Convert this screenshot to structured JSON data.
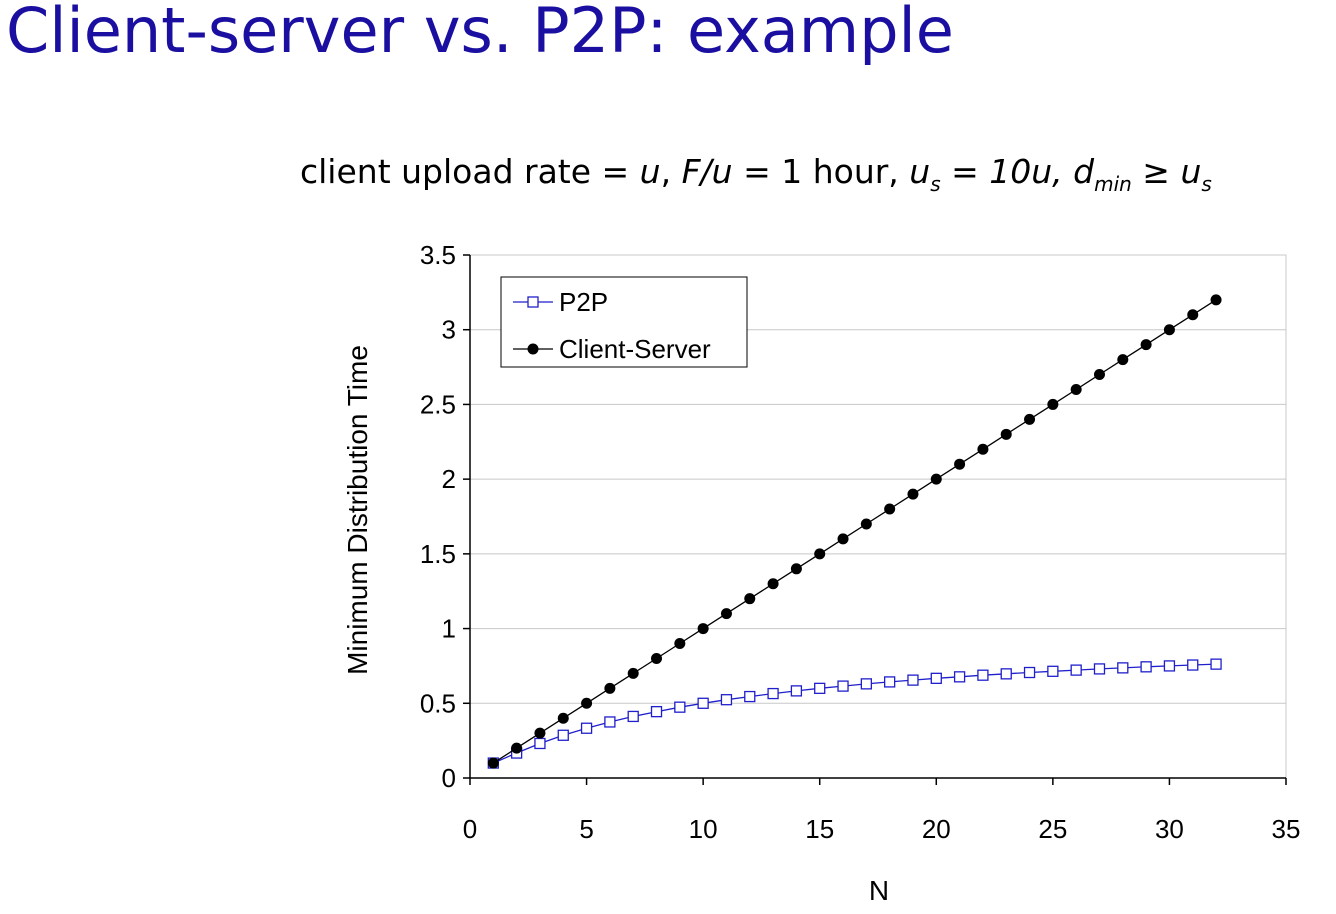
{
  "slide": {
    "title": "Client-server vs. P2P: example",
    "subtitle": {
      "prefix": "client upload rate = ",
      "u": "u",
      "sep1": ",  ",
      "fu": "F/u",
      "eq1": " = 1 hour,  ",
      "us_base": "u",
      "us_sub": "s",
      "us_rest": " = 10u,  ",
      "d_base": "d",
      "d_sub": "min",
      "geq": " ≥ ",
      "us2_base": "u",
      "us2_sub": "s"
    }
  },
  "chart_data": {
    "type": "line",
    "xlabel": "N",
    "ylabel": "Minimum Distribution Time",
    "xlim": [
      0,
      35
    ],
    "ylim": [
      0,
      3.5
    ],
    "xticks": [
      0,
      5,
      10,
      15,
      20,
      25,
      30,
      35
    ],
    "yticks": [
      0,
      0.5,
      1,
      1.5,
      2,
      2.5,
      3,
      3.5
    ],
    "xtick_labels": [
      "0",
      "5",
      "10",
      "15",
      "20",
      "25",
      "30",
      "35"
    ],
    "ytick_labels": [
      "0",
      "0.5",
      "1",
      "1.5",
      "2",
      "2.5",
      "3",
      "3.5"
    ],
    "grid": "horizontal",
    "legend_position": "top-left",
    "x": [
      1,
      2,
      3,
      4,
      5,
      6,
      7,
      8,
      9,
      10,
      11,
      12,
      13,
      14,
      15,
      16,
      17,
      18,
      19,
      20,
      21,
      22,
      23,
      24,
      25,
      26,
      27,
      28,
      29,
      30,
      31,
      32
    ],
    "series": [
      {
        "name": "P2P",
        "color": "#1f1fcc",
        "marker": "open-square",
        "values": [
          0.1,
          0.167,
          0.231,
          0.286,
          0.333,
          0.375,
          0.412,
          0.444,
          0.474,
          0.5,
          0.524,
          0.545,
          0.565,
          0.583,
          0.6,
          0.615,
          0.63,
          0.643,
          0.655,
          0.667,
          0.677,
          0.688,
          0.697,
          0.706,
          0.714,
          0.722,
          0.73,
          0.737,
          0.744,
          0.75,
          0.756,
          0.762
        ]
      },
      {
        "name": "Client-Server",
        "color": "#000000",
        "marker": "filled-circle",
        "values": [
          0.1,
          0.2,
          0.3,
          0.4,
          0.5,
          0.6,
          0.7,
          0.8,
          0.9,
          1.0,
          1.1,
          1.2,
          1.3,
          1.4,
          1.5,
          1.6,
          1.7,
          1.8,
          1.9,
          2.0,
          2.1,
          2.2,
          2.3,
          2.4,
          2.5,
          2.6,
          2.7,
          2.8,
          2.9,
          3.0,
          3.1,
          3.2
        ]
      }
    ]
  }
}
